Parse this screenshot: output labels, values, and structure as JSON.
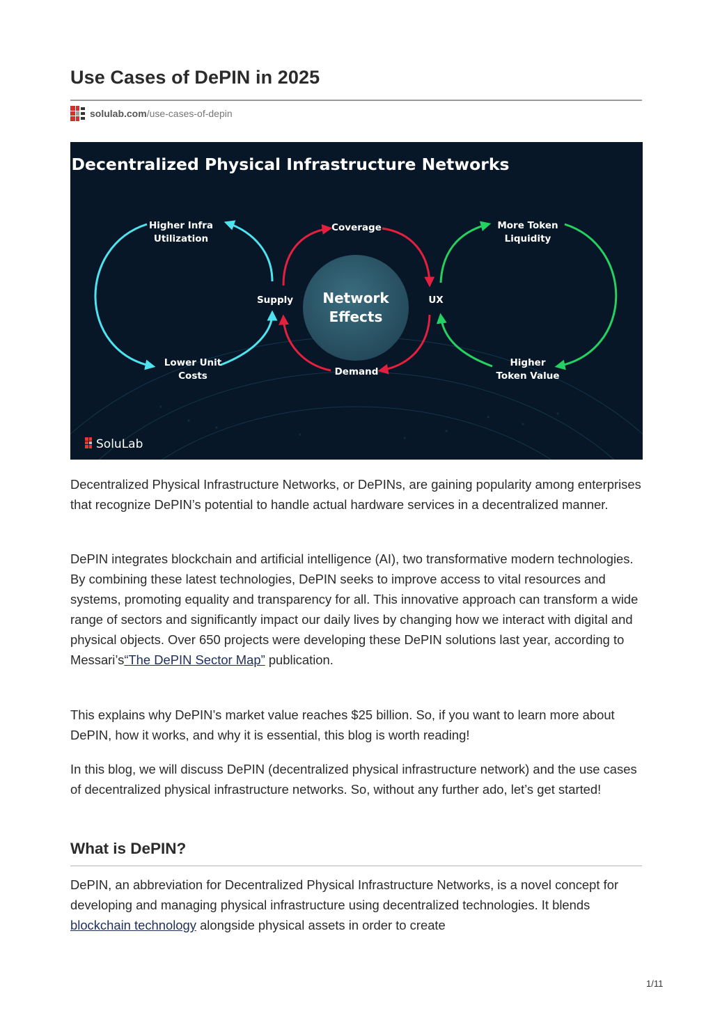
{
  "page_title": "Use Cases of DePIN in 2025",
  "source": {
    "domain": "solulab.com",
    "path": "/use-cases-of-depin"
  },
  "hero": {
    "title": "Decentralized Physical Infrastructure Networks",
    "center_line1": "Network",
    "center_line2": "Effects",
    "supply": "Supply",
    "ux": "UX",
    "coverage": "Coverage",
    "demand": "Demand",
    "higher_infra_line1": "Higher Infra",
    "higher_infra_line2": "Utilization",
    "lower_unit_line1": "Lower Unit",
    "lower_unit_line2": "Costs",
    "more_token_line1": "More Token",
    "more_token_line2": "Liquidity",
    "higher_token_line1": "Higher",
    "higher_token_line2": "Token Value",
    "brand": "SoluLab",
    "colors": {
      "cyan": "#4fe3ef",
      "red": "#e3203e",
      "green": "#25d160",
      "bg": "#071727",
      "center": "#2f5c6e"
    }
  },
  "paragraphs": {
    "p1": "Decentralized Physical Infrastructure Networks, or DePINs, are gaining popularity among enterprises that recognize DePIN’s potential to handle actual hardware services in a decentralized manner.",
    "p2_before": "DePIN integrates blockchain and artificial intelligence (AI), two transformative modern technologies. By combining these latest technologies, DePIN seeks to improve access to vital resources and systems, promoting equality and transparency for all. This innovative approach can transform a wide range of sectors and significantly impact our daily lives by changing how we interact with digital and physical objects. Over 650 projects were developing these DePIN solutions last year, according to Messari’s",
    "p2_link": "“The DePIN Sector Map”",
    "p2_after": " publication.",
    "p3": "This explains why DePIN’s market value reaches $25 billion. So, if you want to learn more about DePIN, how it works, and why it is essential, this blog is worth reading!",
    "p4": "In this blog, we will discuss DePIN (decentralized physical infrastructure network) and the use cases of decentralized physical infrastructure networks. So, without any further ado, let’s get started!",
    "section_heading": "What is DePIN?",
    "p5_before": "DePIN, an abbreviation for Decentralized Physical Infrastructure Networks, is a novel concept for developing and managing physical infrastructure using decentralized technologies. It blends ",
    "p5_link": "blockchain technology",
    "p5_after": " alongside physical assets in order to create"
  },
  "page_number": "1/11"
}
